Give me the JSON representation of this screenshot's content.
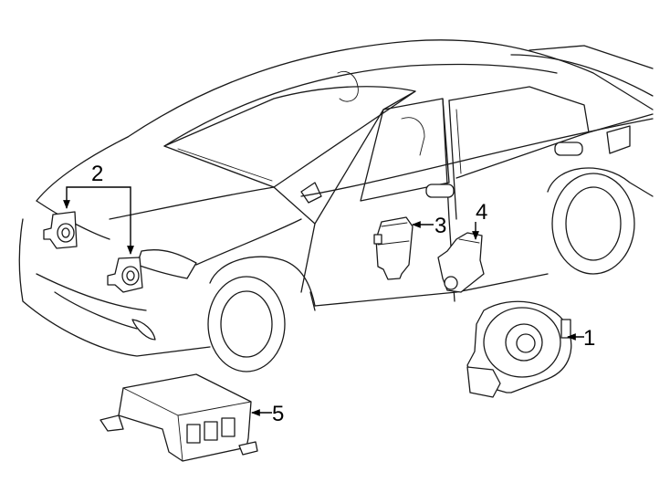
{
  "callouts": {
    "c1": "1",
    "c2": "2",
    "c3": "3",
    "c4": "4",
    "c5": "5"
  },
  "colors": {
    "line": "#1a1a1a",
    "background": "#ffffff"
  }
}
